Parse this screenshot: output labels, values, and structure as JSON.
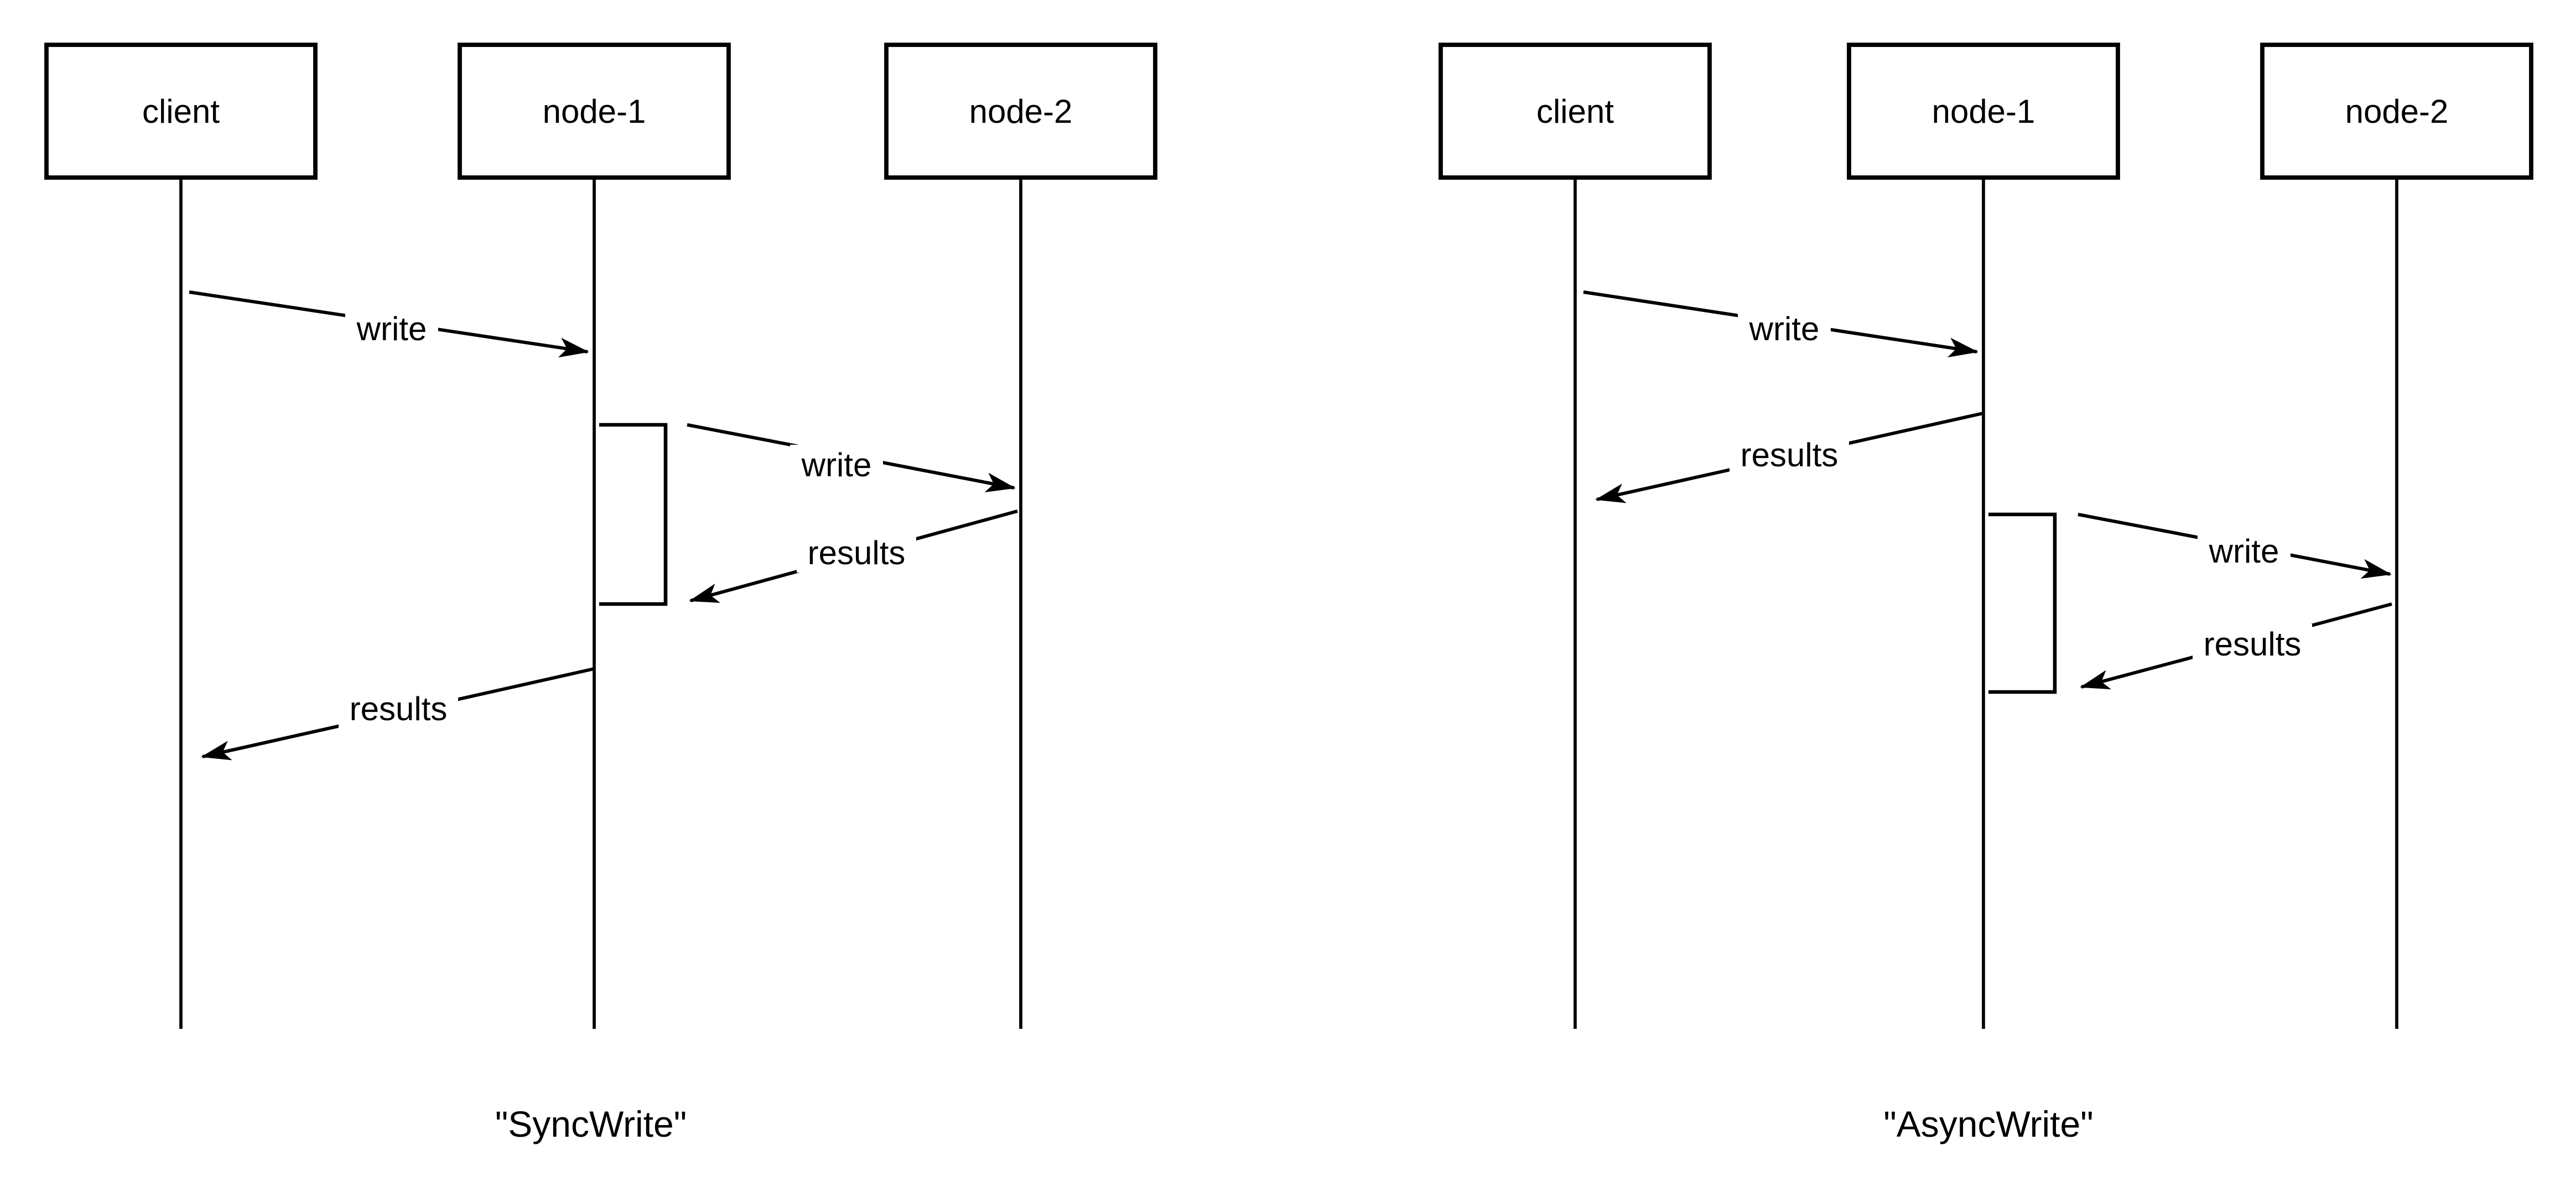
{
  "page": {
    "background_color": "#ffffff",
    "ink_color": "#000000"
  },
  "diagrams": [
    {
      "id": "sync",
      "caption": "\"SyncWrite\"",
      "actors": [
        {
          "label": "client"
        },
        {
          "label": "node-1"
        },
        {
          "label": "node-2"
        }
      ],
      "messages": [
        {
          "label": "write",
          "from": "client",
          "to": "node-1"
        },
        {
          "label": "write",
          "from": "node-1",
          "to": "node-2"
        },
        {
          "label": "results",
          "from": "node-2",
          "to": "node-1"
        },
        {
          "label": "results",
          "from": "node-1",
          "to": "client"
        }
      ]
    },
    {
      "id": "async",
      "caption": "\"AsyncWrite\"",
      "actors": [
        {
          "label": "client"
        },
        {
          "label": "node-1"
        },
        {
          "label": "node-2"
        }
      ],
      "messages": [
        {
          "label": "write",
          "from": "client",
          "to": "node-1"
        },
        {
          "label": "results",
          "from": "node-1",
          "to": "client"
        },
        {
          "label": "write",
          "from": "node-1",
          "to": "node-2"
        },
        {
          "label": "results",
          "from": "node-2",
          "to": "node-1"
        }
      ]
    }
  ]
}
